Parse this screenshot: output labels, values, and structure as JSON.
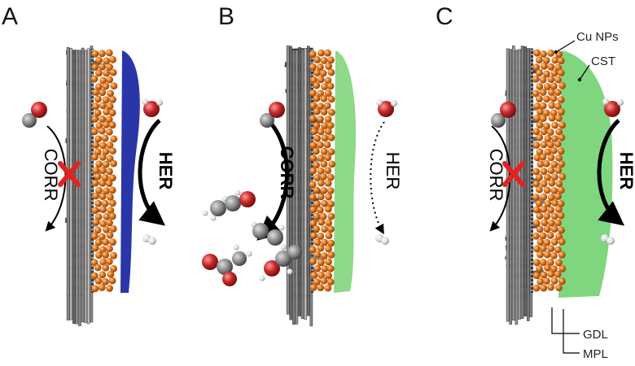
{
  "panels": [
    {
      "label": "A",
      "left_process": "CORR",
      "right_process": "HER",
      "corr_blocked": true,
      "her_bold": true,
      "electrolyte_color": "#2a36a8",
      "show_products": false
    },
    {
      "label": "B",
      "left_process": "CORR",
      "right_process": "HER",
      "corr_blocked": false,
      "her_bold": false,
      "electrolyte_color": "#8ed98a",
      "show_products": true
    },
    {
      "label": "C",
      "left_process": "CORR",
      "right_process": "HER",
      "corr_blocked": true,
      "her_bold": true,
      "electrolyte_color": "#7fd67f",
      "show_products": false
    }
  ],
  "annotations": {
    "cu_nps": "Cu NPs",
    "cst": "CST",
    "gdl": "GDL",
    "mpl": "MPL"
  },
  "colors": {
    "copper": "#e0781e",
    "gdl_fiber": "#5a5a5a",
    "oxygen_atom": "#c62828",
    "hydrogen_atom": "#e6e6e6",
    "carbon_atom": "#8a8a8a",
    "block_cross": "#e32222"
  }
}
